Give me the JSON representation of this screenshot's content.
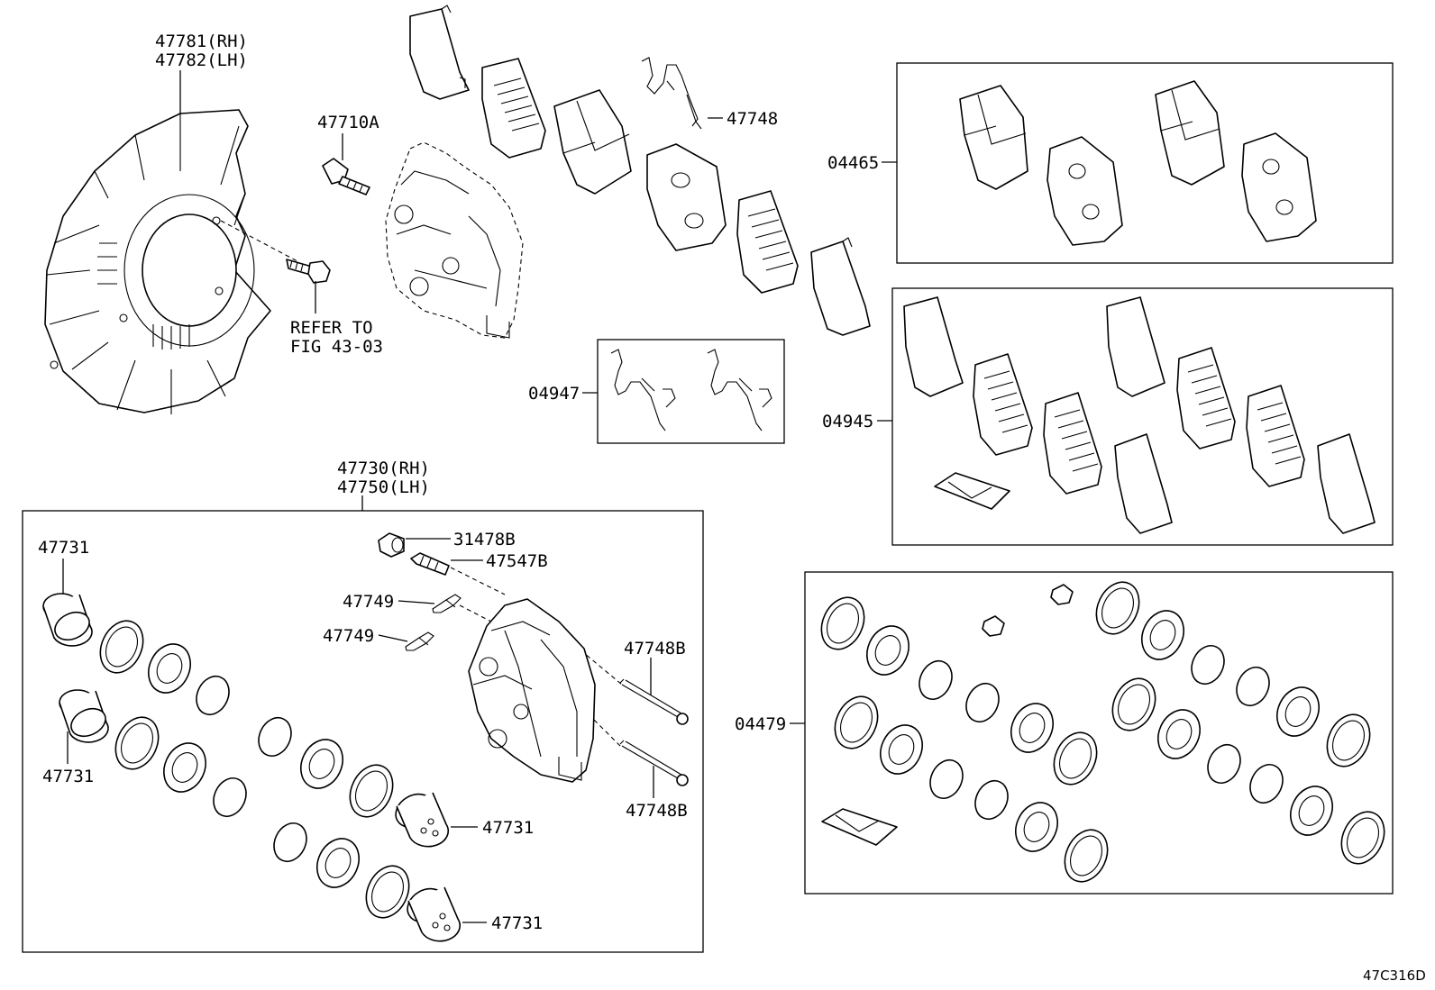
{
  "labels": {
    "shield": [
      "47781(RH)",
      "47782(LH)"
    ],
    "bolt": "47710A",
    "refer": [
      "REFER TO",
      "FIG 43-03"
    ],
    "clip_top": "47748",
    "kit_04465": "04465",
    "kit_04947": "04947",
    "kit_04945": "04945",
    "caliper": [
      "47730(RH)",
      "47750(LH)"
    ],
    "piston_a": "47731",
    "piston_b": "47731",
    "piston_c": "47731",
    "piston_d": "47731",
    "cap": "31478B",
    "bleeder": "47547B",
    "clip_1": "47749",
    "clip_2": "47749",
    "pin_1": "47748B",
    "pin_2": "47748B",
    "kit_04479": "04479",
    "figure_code": "47C316D"
  }
}
